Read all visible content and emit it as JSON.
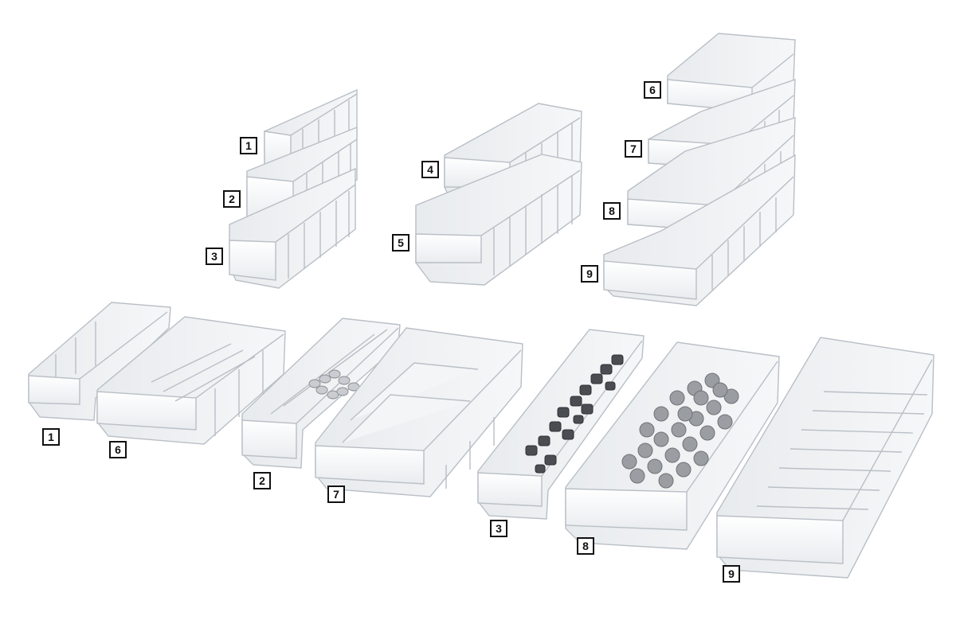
{
  "labels": {
    "top_1": "1",
    "top_2": "2",
    "top_3": "3",
    "top_4": "4",
    "top_5": "5",
    "top_6": "6",
    "top_7": "7",
    "top_8": "8",
    "top_9": "9",
    "bottom_1": "1",
    "bottom_6": "6",
    "bottom_2": "2",
    "bottom_7": "7",
    "bottom_3": "3",
    "bottom_8": "8",
    "bottom_9": "9"
  },
  "colors": {
    "bin_outline": "#b9bfc6",
    "bin_fill": "#f1f3f5",
    "bin_front": "#fafafa",
    "dark_parts": "#4a4d52",
    "grey_caps": "#9a9da2",
    "screws": "#c9ccd0",
    "label_border": "#111111"
  }
}
